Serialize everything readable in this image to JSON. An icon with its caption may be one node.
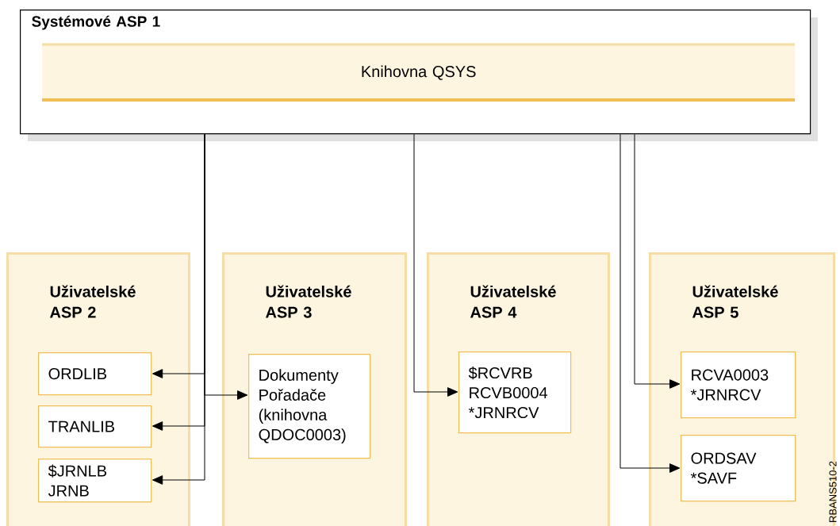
{
  "diagram": {
    "nodes": [
      {
        "text": [
          "Systémové ASP 1"
        ]
      },
      {
        "text": [
          "Knihovna QSYS"
        ],
        "in": 0
      },
      {
        "text": [
          "Uživatelské ASP 2"
        ]
      },
      {
        "text": [
          "ORDLIB"
        ],
        "in": 2
      },
      {
        "text": [
          "TRANLIB"
        ],
        "in": 2
      },
      {
        "text": [
          "$JRNLB JRNB"
        ],
        "in": 2
      },
      {
        "text": [
          "Uživatelské ASP 3"
        ]
      },
      {
        "text": [
          "Dokumenty Pořadače (knihovna QDOC0003)"
        ],
        "in": 6
      },
      {
        "text": [
          "Uživatelské ASP 4"
        ]
      },
      {
        "text": [
          "$RCVRB RCVB0004 *JRNRCV"
        ],
        "in": 8
      },
      {
        "text": [
          "Uživatelské ASP 5"
        ]
      },
      {
        "text": [
          "RCVA0003 *JRNRCV"
        ],
        "in": 10
      },
      {
        "text": [
          "ORDSAV *SAVF"
        ],
        "in": 10
      }
    ],
    "edges": [
      {
        "from": 0,
        "to": 3,
        "arrow": "to"
      },
      {
        "from": 0,
        "to": 4,
        "arrow": "to"
      },
      {
        "from": 0,
        "to": 5,
        "arrow": "to"
      },
      {
        "from": 0,
        "to": 7,
        "arrow": "to"
      },
      {
        "from": 0,
        "to": 9,
        "arrow": "to"
      },
      {
        "from": 0,
        "to": 11,
        "arrow": "to"
      },
      {
        "from": 0,
        "to": 12,
        "arrow": "to"
      }
    ],
    "labels": [
      "RBANS510-2"
    ]
  }
}
